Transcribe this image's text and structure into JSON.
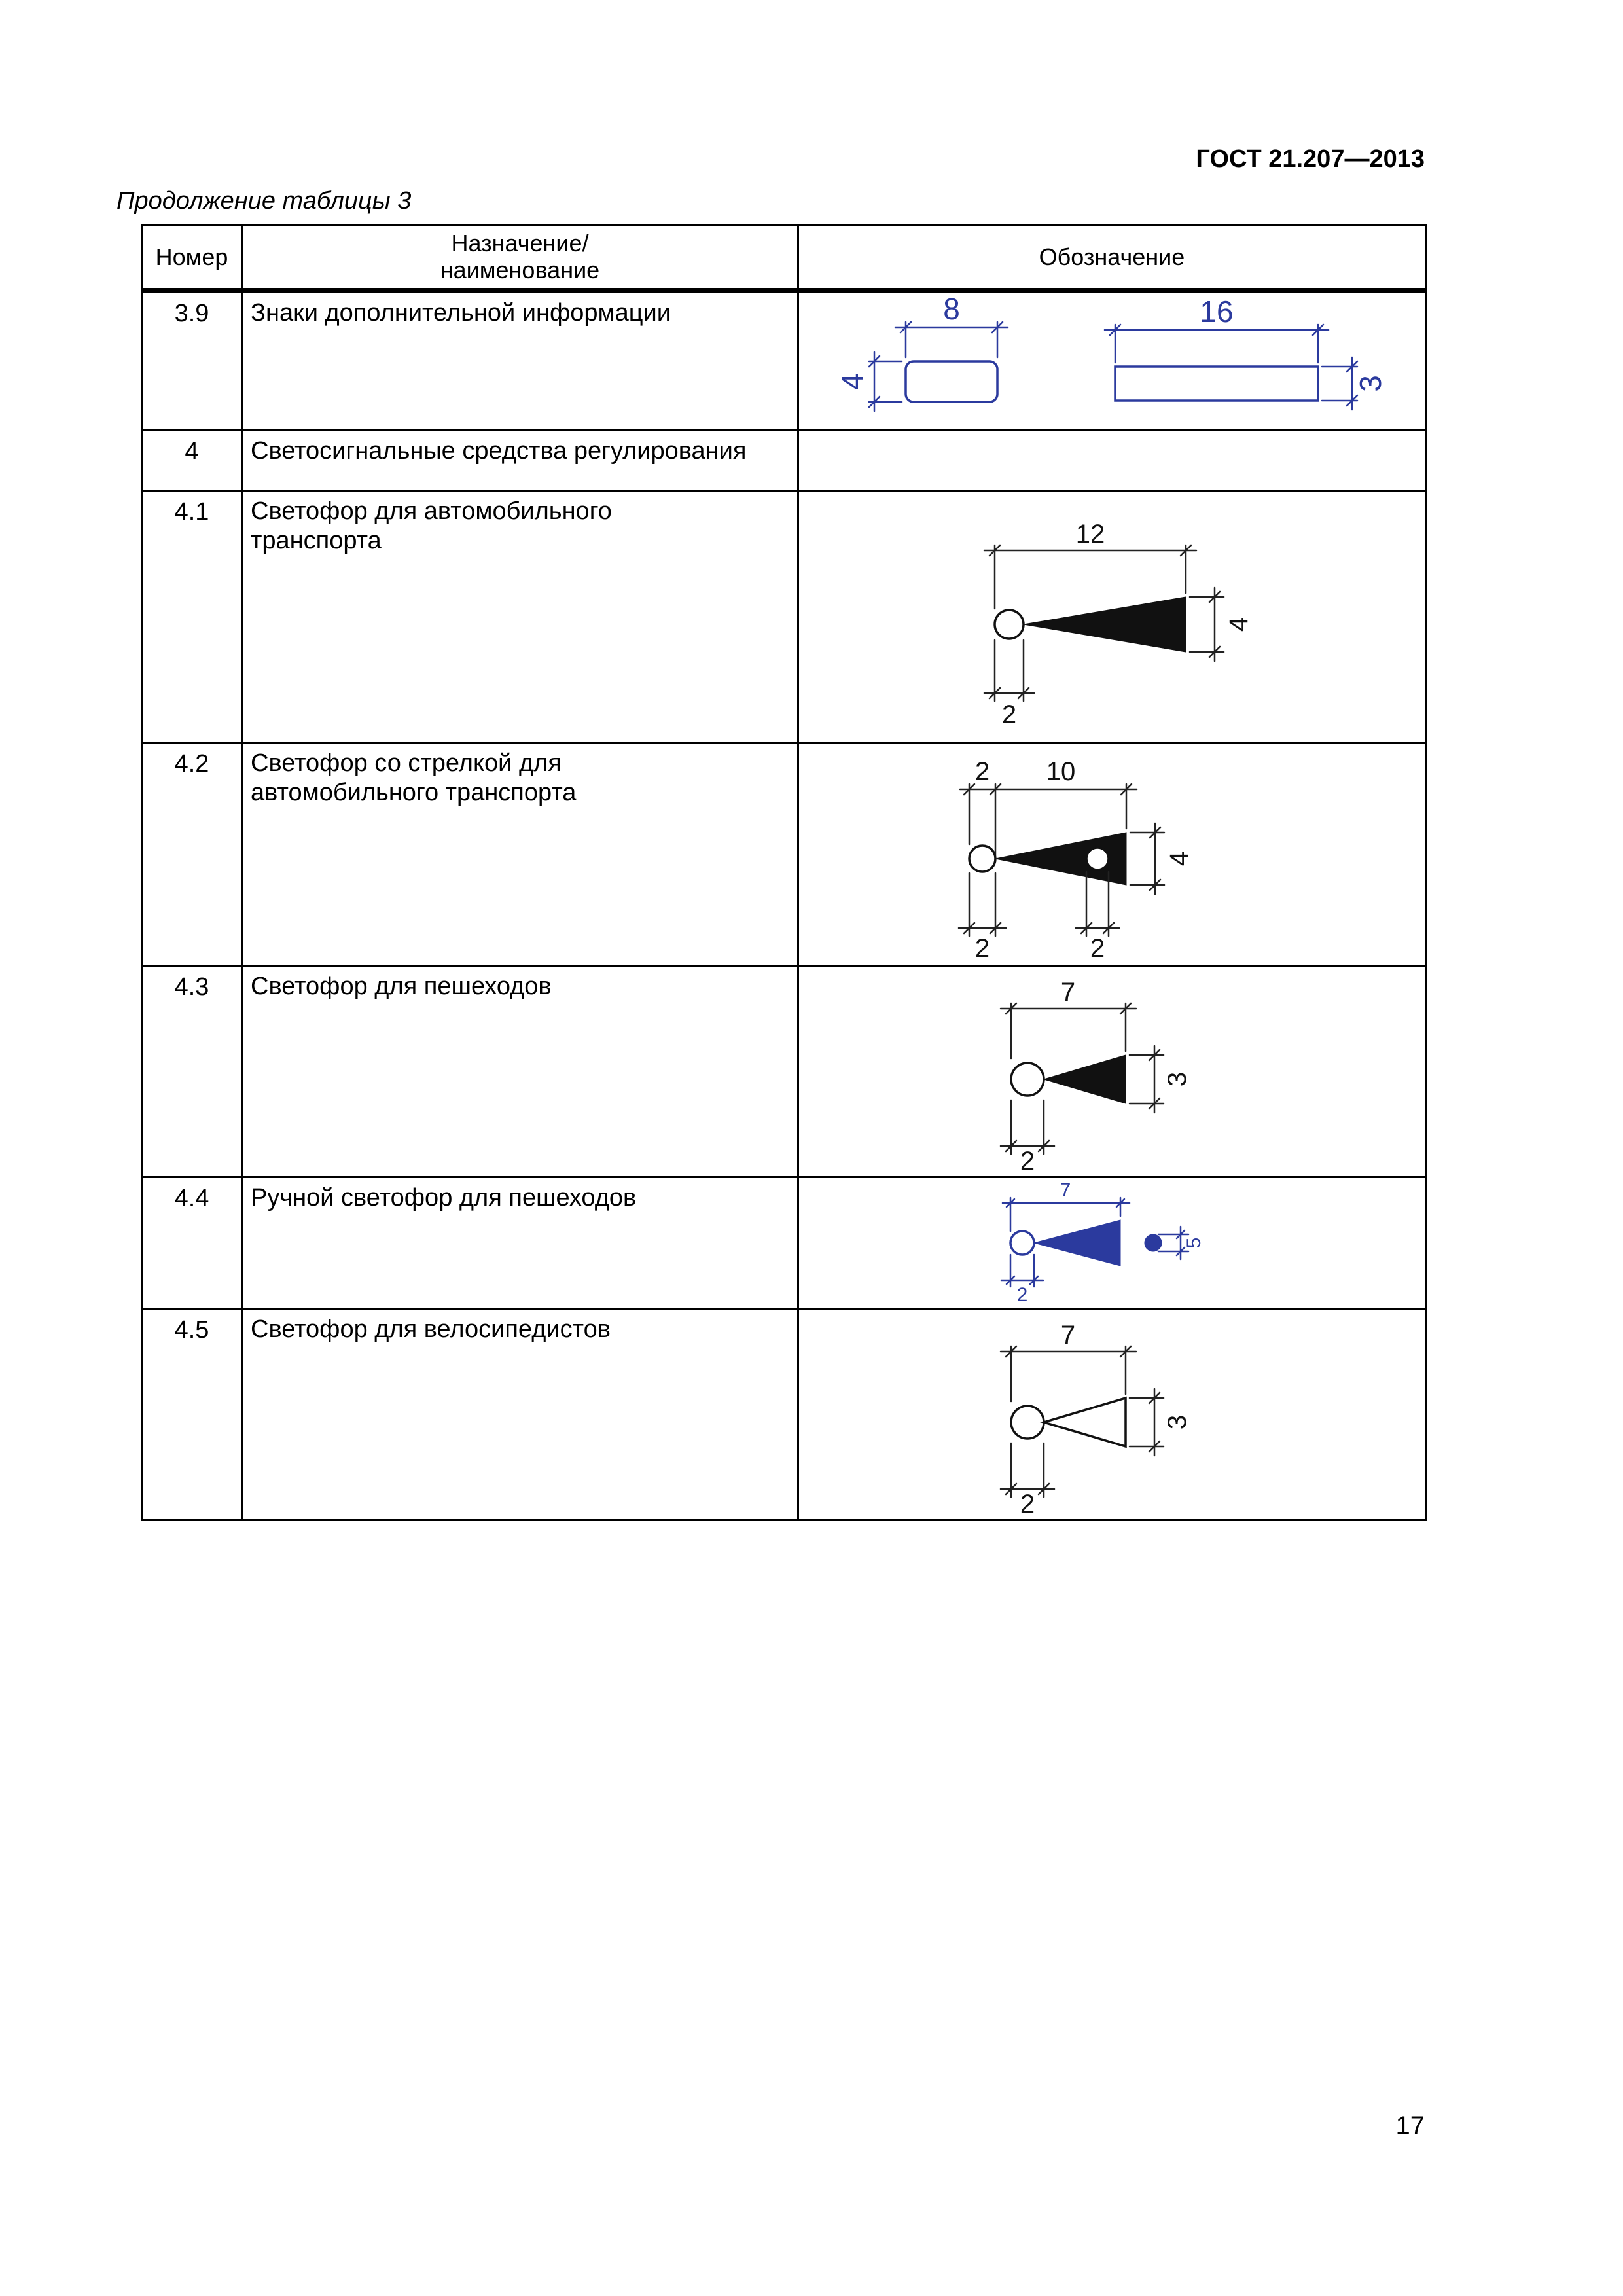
{
  "page": {
    "doc_header": "ГОСТ 21.207—2013",
    "table_caption": "Продолжение таблицы 3",
    "page_number": "17",
    "accent_blue": "#2b3a9e",
    "ink_black": "#111111"
  },
  "table": {
    "columns": {
      "num": "Номер",
      "name": "Назначение/\nнаименование",
      "symbol": "Обозначение"
    },
    "rows": [
      {
        "num": "3.9",
        "name": "Знаки дополнительной информации",
        "symbol": "two-information-sign-plates",
        "dims": {
          "w1": "8",
          "h1": "4",
          "w2": "16",
          "h2": "3"
        }
      },
      {
        "num": "4",
        "name": "Светосигнальные средства регулирования",
        "symbol": "none"
      },
      {
        "num": "4.1",
        "name": "Светофор для автомобильного\nтранспорта",
        "symbol": "traffic-light-vehicles",
        "dims": {
          "top": "12",
          "right": "4",
          "bottom": "2"
        }
      },
      {
        "num": "4.2",
        "name": "Светофор со стрелкой для\nавтомобильного транспорта",
        "symbol": "traffic-light-with-arrow",
        "dims": {
          "top1": "2",
          "top2": "10",
          "right": "4",
          "bottom1": "2",
          "bottom2": "2"
        }
      },
      {
        "num": "4.3",
        "name": "Светофор для пешеходов",
        "symbol": "traffic-light-pedestrians",
        "dims": {
          "top": "7",
          "right": "3",
          "bottom": "2"
        }
      },
      {
        "num": "4.4",
        "name": "Ручной светофор для пешеходов",
        "symbol": "hand-traffic-light-pedestrians",
        "dims": {
          "top": "7",
          "right": "5",
          "bottom": "2"
        }
      },
      {
        "num": "4.5",
        "name": "Светофор для велосипедистов",
        "symbol": "traffic-light-cyclists",
        "dims": {
          "top": "7",
          "right": "3",
          "bottom": "2"
        }
      }
    ]
  }
}
